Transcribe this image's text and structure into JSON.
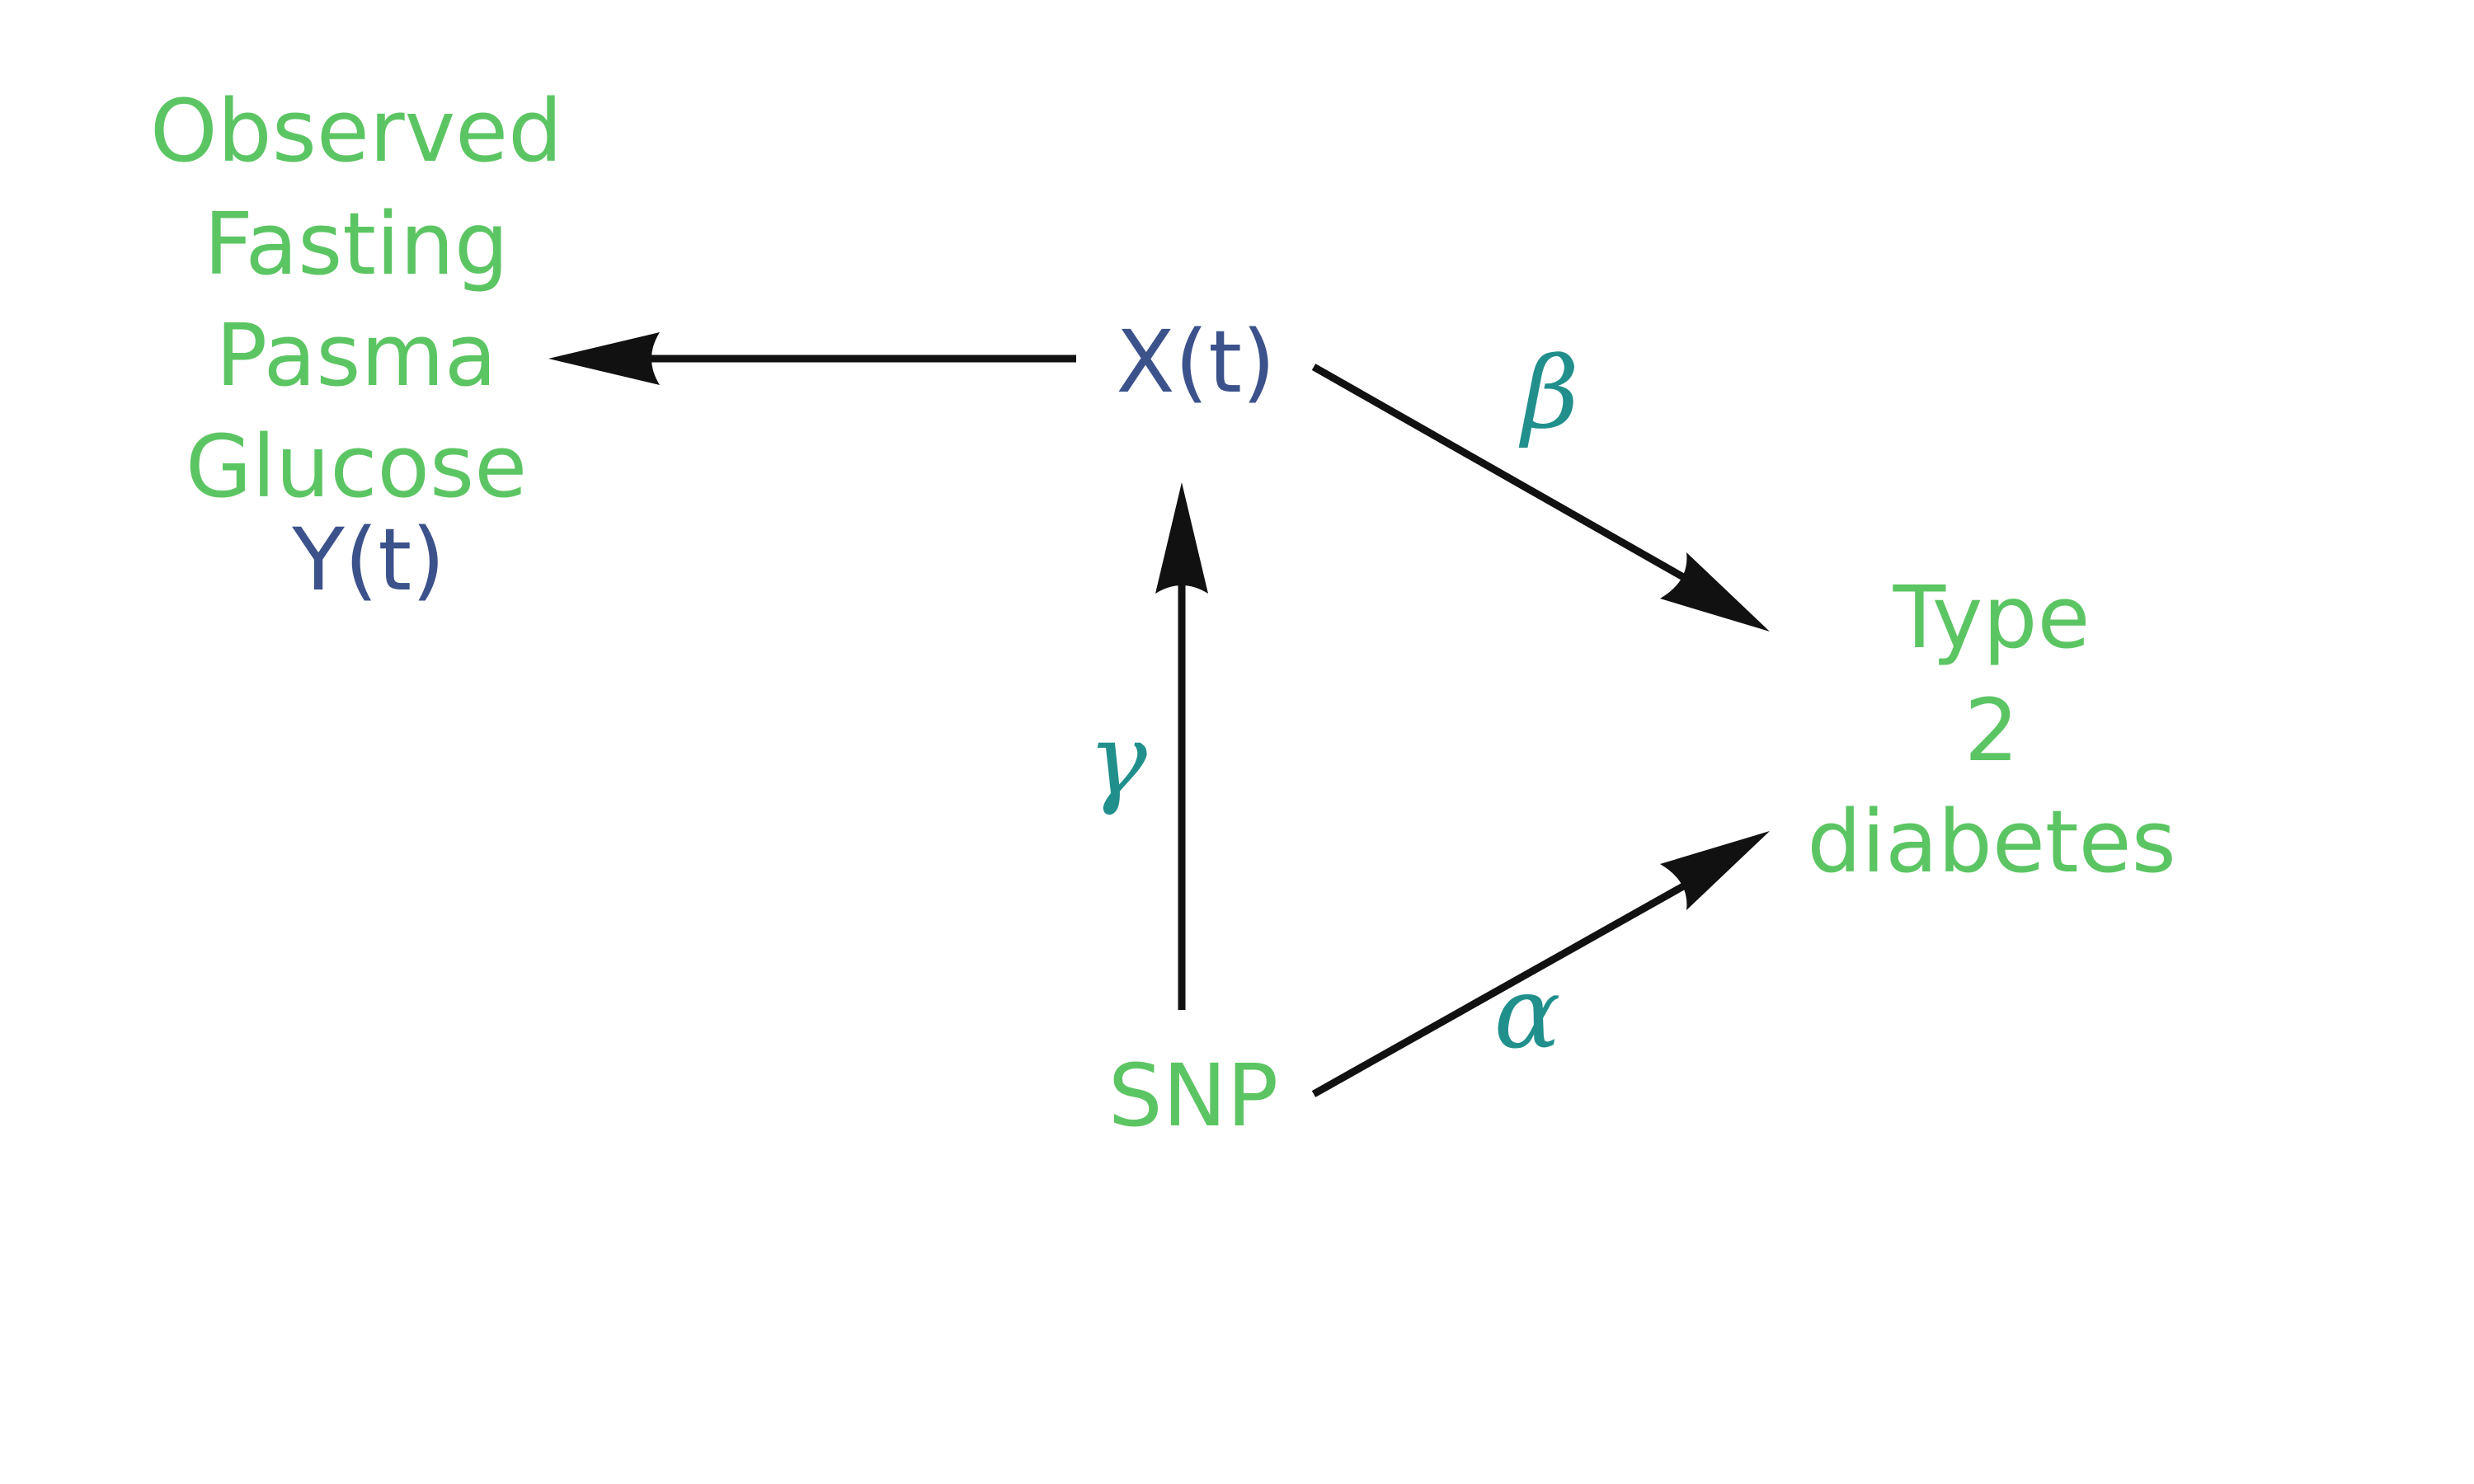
{
  "colors": {
    "node_label": "#5cc563",
    "variable": "#3b528b",
    "coefficient": "#21908c",
    "edge": "#111111",
    "background": "#ffffff"
  },
  "nodes": {
    "glucose": {
      "lines": [
        "Observed",
        "Fasting",
        "Pasma",
        "Glucose"
      ],
      "variable": "Y(t)"
    },
    "latent": {
      "variable": "X(t)"
    },
    "snp": {
      "label": "SNP"
    },
    "diabetes": {
      "lines": [
        "Type",
        "2",
        "diabetes"
      ]
    }
  },
  "edges": [
    {
      "from": "X(t)",
      "to": "Y(t)",
      "coefficient": ""
    },
    {
      "from": "X(t)",
      "to": "Type 2 diabetes",
      "coefficient": "β"
    },
    {
      "from": "SNP",
      "to": "X(t)",
      "coefficient": "γ"
    },
    {
      "from": "SNP",
      "to": "Type 2 diabetes",
      "coefficient": "α"
    }
  ],
  "coefficients": {
    "beta": "β",
    "gamma": "γ",
    "alpha": "α"
  }
}
